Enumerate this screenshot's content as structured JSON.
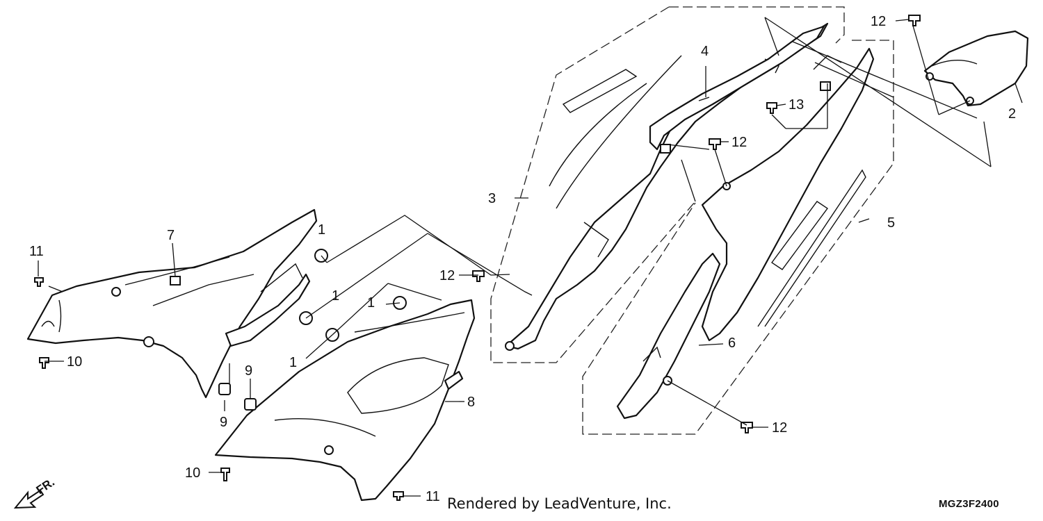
{
  "callouts": {
    "c1a": "1",
    "c1b": "1",
    "c1c": "1",
    "c1d": "1",
    "c2": "2",
    "c3": "3",
    "c4": "4",
    "c5": "5",
    "c6": "6",
    "c7": "7",
    "c8": "8",
    "c9a": "9",
    "c9b": "9",
    "c10a": "10",
    "c10b": "10",
    "c11a": "11",
    "c11b": "11",
    "c12a": "12",
    "c12b": "12",
    "c12c": "12",
    "c12d": "12",
    "c13": "13"
  },
  "footer": {
    "credit": "Rendered by LeadVenture, Inc.",
    "diagram_code": "MGZ3F2400"
  },
  "direction": {
    "label": "FR."
  }
}
